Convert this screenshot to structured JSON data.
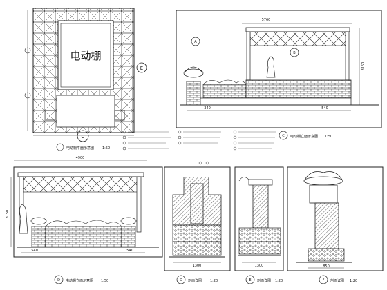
{
  "plan": {
    "label": "电动棚"
  },
  "section_markers": {
    "plan": "C",
    "plan_ref": "E",
    "front_elevation": "D",
    "side_elevation": "C",
    "section_a": "D",
    "section_b": "E",
    "section_c": "F",
    "top_right_a": "A",
    "top_right_b": "B"
  },
  "captions": {
    "plan": "电动棚平面示意图",
    "front_elevation": "电动棚立面示意图",
    "side_elevation": "电动棚立面示意图",
    "section_a": "剖面详图",
    "section_b": "剖面详图",
    "section_c": "剖面详图"
  },
  "scales": {
    "plan": "1:50",
    "front_elevation": "1:50",
    "side_elevation": "1:50",
    "section_a": "1:20",
    "section_b": "1:20",
    "section_c": "1:20"
  },
  "dimensions": {
    "side_total": "5760",
    "front_total": "4900",
    "side_left": "340",
    "side_right": "540",
    "front_left": "540",
    "front_right": "540",
    "side_height": "3150",
    "front_height": "3150",
    "section_width": "1300",
    "section_b_width": "1300",
    "section_c_width": "850"
  },
  "colors": {
    "ink": "#1a1a1a",
    "line": "#333333"
  }
}
